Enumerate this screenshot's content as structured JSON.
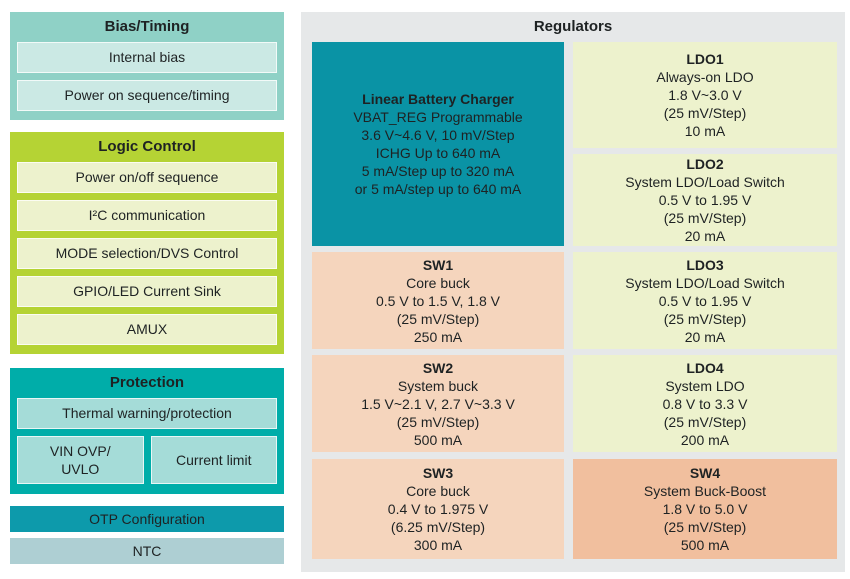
{
  "colors": {
    "bias_bg": "#8fd1c6",
    "bias_item_bg": "#cbe9e4",
    "logic_bg": "#b5d334",
    "logic_item_bg": "#edf2cd",
    "protection_bg": "#00ada9",
    "protection_item_bg": "#a5dcd8",
    "otp_bg": "#0d9aab",
    "ntc_bg": "#aecfd3",
    "regulators_panel_bg": "#e6e8e9",
    "charger_bg": "#0a93a5",
    "ldo_bg": "#edf2cd",
    "sw_bg": "#f5d5bd",
    "sw4_bg": "#f1bf9e",
    "text": "#1e2223"
  },
  "bias": {
    "title": "Bias/Timing",
    "items": [
      "Internal bias",
      "Power on sequence/timing"
    ]
  },
  "logic": {
    "title": "Logic Control",
    "items": [
      "Power on/off sequence",
      "I²C communication",
      "MODE selection/DVS Control",
      "GPIO/LED Current Sink",
      "AMUX"
    ]
  },
  "protection": {
    "title": "Protection",
    "thermal": "Thermal warning/protection",
    "vin_ovp": [
      "VIN OVP/",
      "UVLO"
    ],
    "current_limit": "Current limit"
  },
  "otp": "OTP Configuration",
  "ntc": "NTC",
  "regulators": {
    "title": "Regulators",
    "charger": {
      "title": "Linear Battery Charger",
      "lines": [
        "VBAT_REG Programmable",
        "3.6 V~4.6 V, 10 mV/Step",
        "ICHG Up to 640 mA",
        "5 mA/Step up to 320 mA",
        "or 5 mA/step up to 640 mA"
      ]
    },
    "ldo1": {
      "title": "LDO1",
      "lines": [
        "Always-on LDO",
        "1.8 V~3.0 V",
        "(25 mV/Step)",
        "10 mA"
      ]
    },
    "ldo2": {
      "title": "LDO2",
      "lines": [
        "System LDO/Load Switch",
        "0.5 V to 1.95 V",
        "(25 mV/Step)",
        "20 mA"
      ]
    },
    "sw1": {
      "title": "SW1",
      "lines": [
        "Core buck",
        "0.5 V to 1.5 V, 1.8 V",
        "(25 mV/Step)",
        "250 mA"
      ]
    },
    "ldo3": {
      "title": "LDO3",
      "lines": [
        "System LDO/Load Switch",
        "0.5 V to 1.95 V",
        "(25 mV/Step)",
        "20 mA"
      ]
    },
    "sw2": {
      "title": "SW2",
      "lines": [
        "System buck",
        "1.5 V~2.1 V, 2.7 V~3.3 V",
        "(25 mV/Step)",
        "500 mA"
      ]
    },
    "ldo4": {
      "title": "LDO4",
      "lines": [
        "System LDO",
        "0.8 V to 3.3 V",
        "(25 mV/Step)",
        "200 mA"
      ]
    },
    "sw3": {
      "title": "SW3",
      "lines": [
        "Core buck",
        "0.4 V to 1.975 V",
        "(6.25 mV/Step)",
        "300 mA"
      ]
    },
    "sw4": {
      "title": "SW4",
      "lines": [
        "System Buck-Boost",
        "1.8 V to 5.0 V",
        "(25 mV/Step)",
        "500 mA"
      ]
    }
  }
}
